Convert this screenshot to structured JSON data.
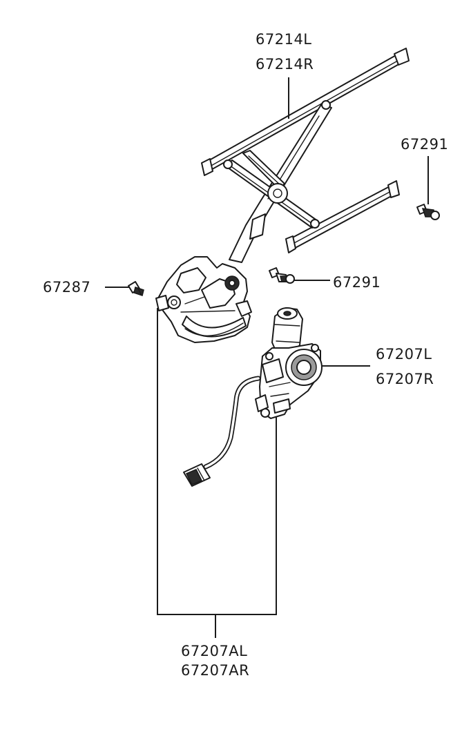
{
  "callouts": {
    "regulator_left": "67214L",
    "regulator_right": "67214R",
    "bolt_top_right": "67291",
    "bolt_left": "67287",
    "bolt_middle": "67291",
    "motor_left": "67207L",
    "motor_right": "67207R",
    "assembly_left": "67207AL",
    "assembly_right": "67207AR"
  }
}
